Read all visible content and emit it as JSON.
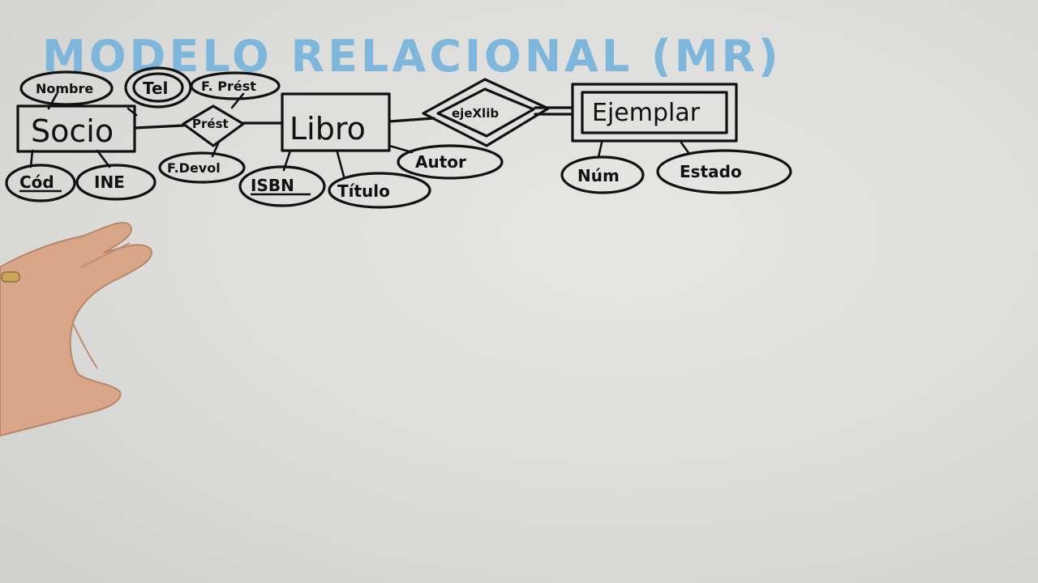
{
  "title": "MODELO RELACIONAL (MR)",
  "diagram": {
    "entities": [
      {
        "id": "socio",
        "label": "Socio"
      },
      {
        "id": "libro",
        "label": "Libro"
      },
      {
        "id": "ejemplar",
        "label": "Ejemplar",
        "weak": true
      }
    ],
    "relationships": [
      {
        "id": "prest",
        "label": "Prést",
        "connects": [
          "socio",
          "libro"
        ]
      },
      {
        "id": "ejexlib",
        "label": "ejeXlib",
        "connects": [
          "libro",
          "ejemplar"
        ],
        "identifying": true
      }
    ],
    "attributes": [
      {
        "id": "nombre",
        "label": "Nombre",
        "owner": "socio"
      },
      {
        "id": "tel",
        "label": "Tel",
        "owner": "socio",
        "multivalued": true
      },
      {
        "id": "cod",
        "label": "Cód",
        "owner": "socio",
        "key": true
      },
      {
        "id": "ine",
        "label": "INE",
        "owner": "socio"
      },
      {
        "id": "f_prest",
        "label": "F. Prést",
        "owner": "prest"
      },
      {
        "id": "f_devol",
        "label": "F.Devol",
        "owner": "prest"
      },
      {
        "id": "isbn",
        "label": "ISBN",
        "owner": "libro",
        "key": true
      },
      {
        "id": "titulo",
        "label": "Título",
        "owner": "libro"
      },
      {
        "id": "autor",
        "label": "Autor",
        "owner": "libro"
      },
      {
        "id": "num",
        "label": "Núm",
        "owner": "ejemplar"
      },
      {
        "id": "estado",
        "label": "Estado",
        "owner": "ejemplar"
      }
    ]
  }
}
